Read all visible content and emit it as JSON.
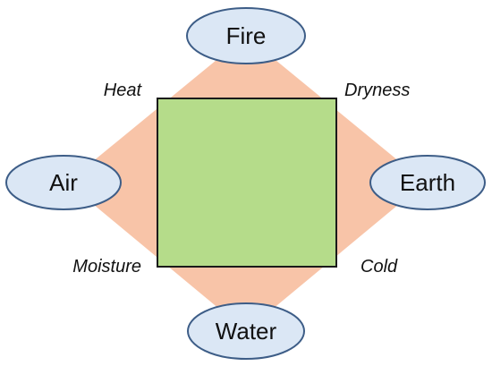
{
  "elements": {
    "top": "Fire",
    "left": "Air",
    "right": "Earth",
    "bottom": "Water"
  },
  "qualities": {
    "top_left": "Heat",
    "top_right": "Dryness",
    "bottom_left": "Moisture",
    "bottom_right": "Cold"
  },
  "colors": {
    "diamond_fill": "#f8c4a8",
    "square_fill": "#b5dc8a",
    "square_stroke": "#1a1a1a",
    "ellipse_fill": "#dbe7f5",
    "ellipse_stroke": "#3d5d87"
  }
}
